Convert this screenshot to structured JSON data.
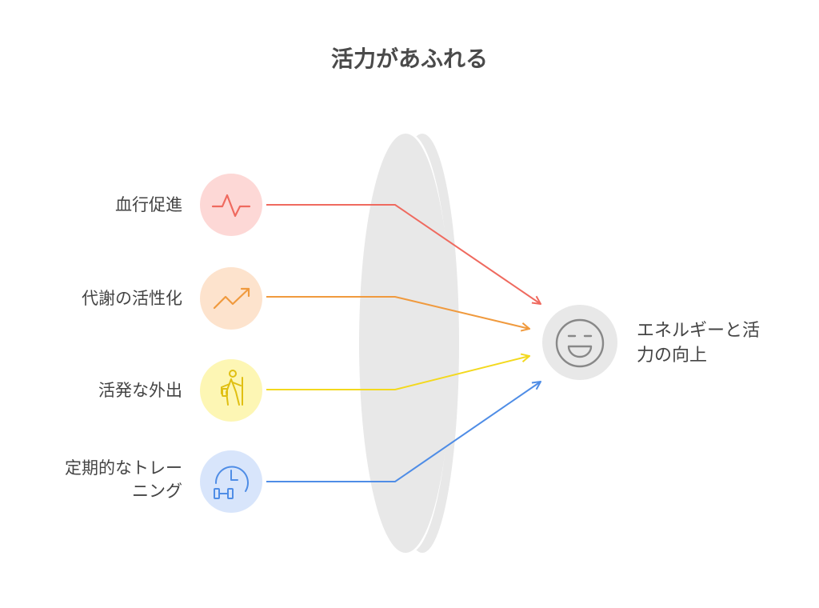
{
  "title": "活力があふれる",
  "inputs": [
    {
      "label_lines": [
        "血行促進"
      ],
      "icon": "heartbeat-icon",
      "color": "#ef6a5f",
      "bg": "#fdd8d6"
    },
    {
      "label_lines": [
        "代謝の活性化"
      ],
      "icon": "trending-up-icon",
      "color": "#f09a3e",
      "bg": "#fde3cd"
    },
    {
      "label_lines": [
        "活発な外出"
      ],
      "icon": "hiker-icon",
      "color": "#e9c81a",
      "bg": "#fdf6b4"
    },
    {
      "label_lines": [
        "定期的なトレー",
        "ニング"
      ],
      "icon": "workout-timer-icon",
      "color": "#4f8de6",
      "bg": "#d8e5fb"
    }
  ],
  "result": {
    "label_lines": [
      "エネルギーと活",
      "力の向上"
    ],
    "icon": "smile-icon",
    "icon_color": "#888888",
    "bg": "#e8e8e8"
  },
  "lens_color": "#e8e8e8"
}
